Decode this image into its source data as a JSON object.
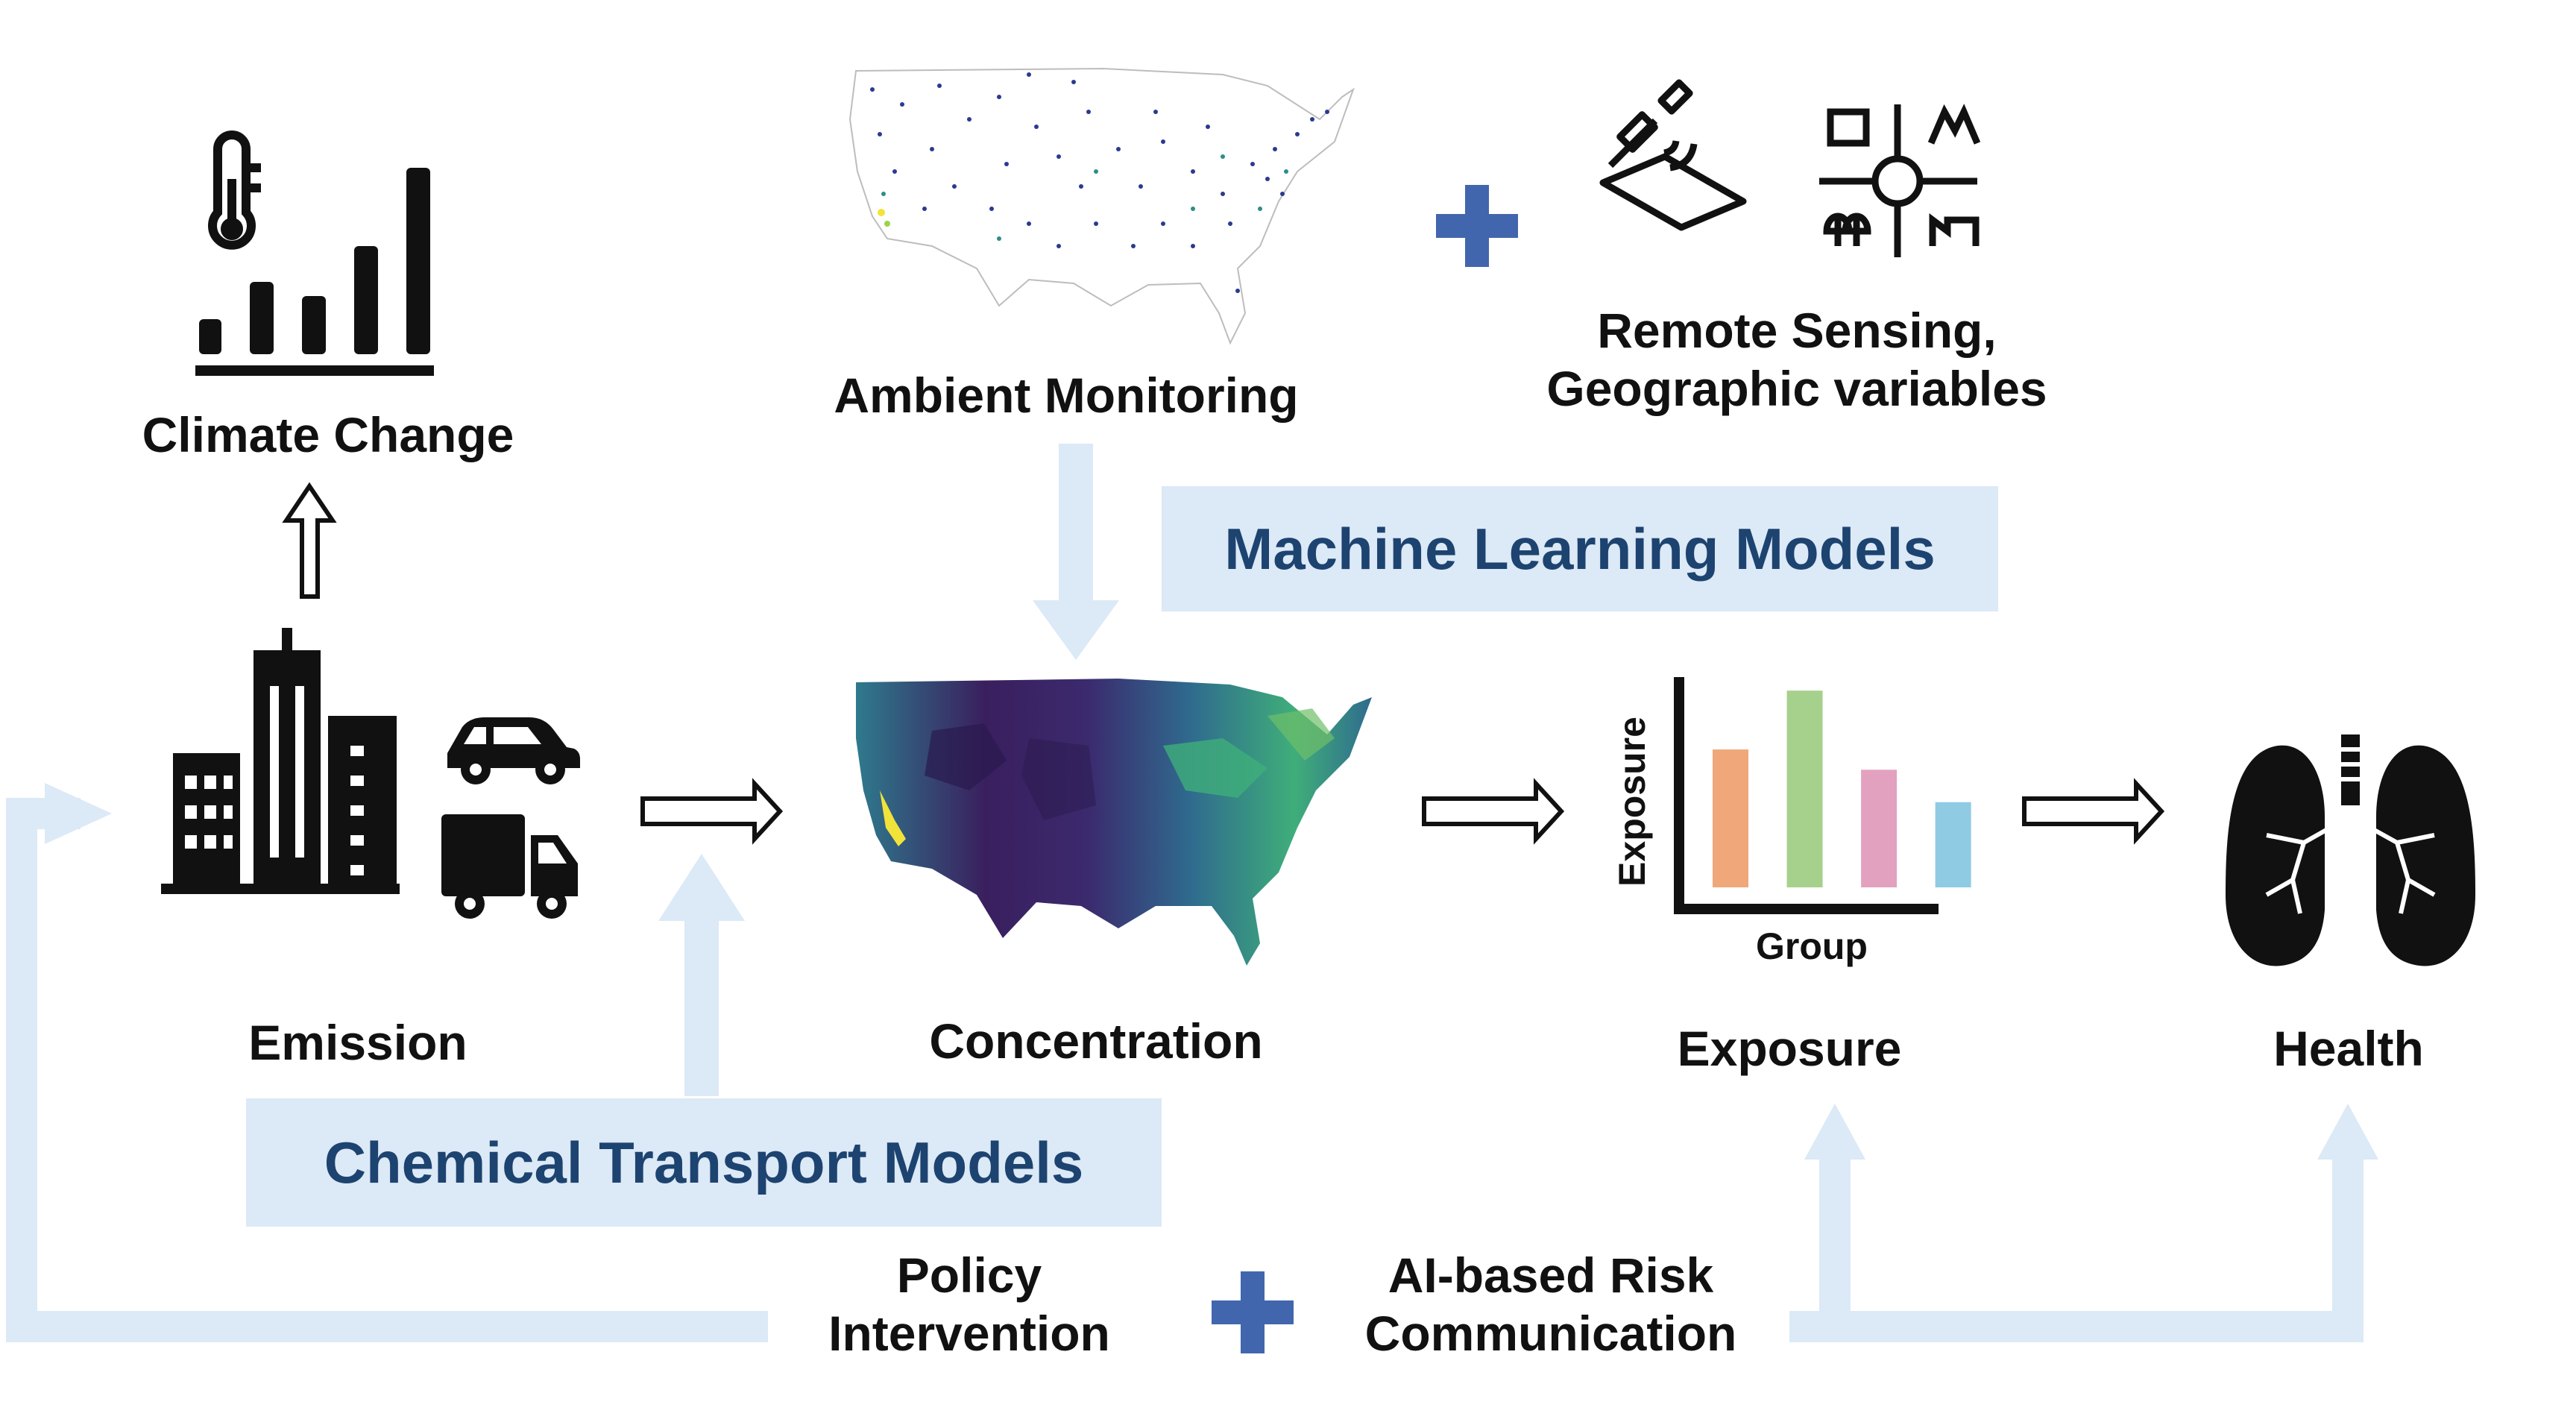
{
  "labels": {
    "climate": "Climate Change",
    "ambient": "Ambient Monitoring",
    "remote_line1": "Remote Sensing,",
    "remote_line2": "Geographic variables",
    "emission": "Emission",
    "concentration": "Concentration",
    "exposure": "Exposure",
    "health": "Health",
    "policy_line1": "Policy",
    "policy_line2": "Intervention",
    "ai_line1": "AI-based Risk",
    "ai_line2": "Communication"
  },
  "models": {
    "ml": "Machine Learning Models",
    "ctm": "Chemical Transport Models"
  },
  "exposure_chart": {
    "xlabel": "Group",
    "ylabel": "Exposure",
    "bars": [
      {
        "value": 0.68,
        "color": "#f0a87a"
      },
      {
        "value": 0.97,
        "color": "#a6d18c"
      },
      {
        "value": 0.58,
        "color": "#e3a1c0"
      },
      {
        "value": 0.42,
        "color": "#8fcbe3"
      }
    ]
  },
  "icons": [
    "thermometer-icon",
    "bar-chart-icon",
    "satellite-icon",
    "map-roundabout-icon",
    "building-icon",
    "car-icon",
    "truck-icon",
    "lungs-icon",
    "plus-icon"
  ],
  "colors": {
    "accent_plus": "#4166ad",
    "box_bg": "#dce9f6",
    "box_text": "#1d4370",
    "flow_arrow": "#dce9f6",
    "map_dark": "#3a1f5e",
    "map_mid": "#2f6b8e",
    "map_green": "#3fae7a",
    "map_yellow": "#f2e33a"
  }
}
